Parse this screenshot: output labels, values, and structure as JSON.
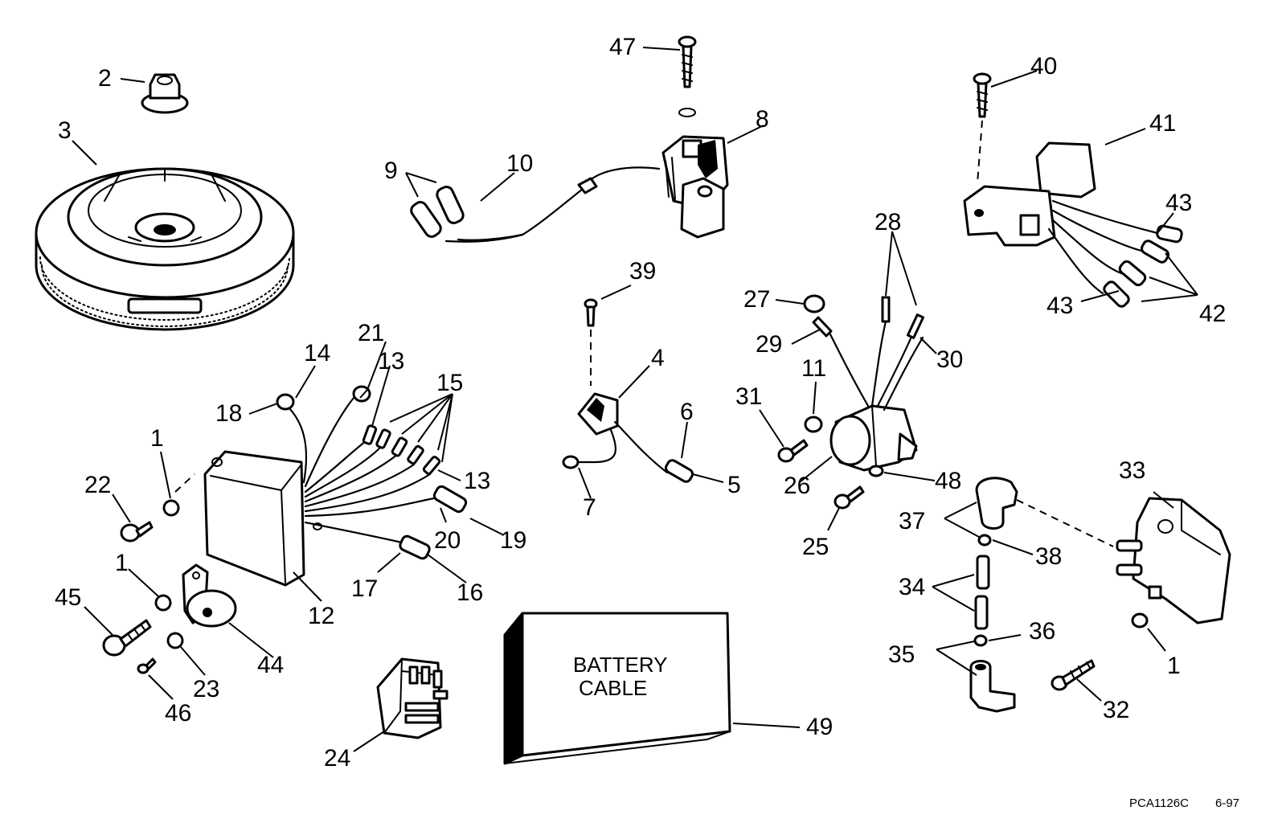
{
  "callouts": {
    "c1a": "1",
    "c1b": "1",
    "c1c": "1",
    "c2": "2",
    "c3": "3",
    "c4": "4",
    "c5": "5",
    "c6": "6",
    "c7": "7",
    "c8": "8",
    "c9": "9",
    "c10": "10",
    "c11": "11",
    "c12": "12",
    "c13a": "13",
    "c13b": "13",
    "c14": "14",
    "c15": "15",
    "c16": "16",
    "c17": "17",
    "c18": "18",
    "c19": "19",
    "c20": "20",
    "c21": "21",
    "c22": "22",
    "c23": "23",
    "c24": "24",
    "c25": "25",
    "c26": "26",
    "c27": "27",
    "c28": "28",
    "c29": "29",
    "c30": "30",
    "c31": "31",
    "c32": "32",
    "c33": "33",
    "c34": "34",
    "c35": "35",
    "c36": "36",
    "c37": "37",
    "c38": "38",
    "c39": "39",
    "c40": "40",
    "c41": "41",
    "c42": "42",
    "c43a": "43",
    "c43b": "43",
    "c44": "44",
    "c45": "45",
    "c46": "46",
    "c47": "47",
    "c48": "48",
    "c49": "49"
  },
  "battery_box": {
    "line1": "BATTERY",
    "line2": "CABLE"
  },
  "footer": {
    "ref": "PCA1126C",
    "date": "6-97"
  }
}
